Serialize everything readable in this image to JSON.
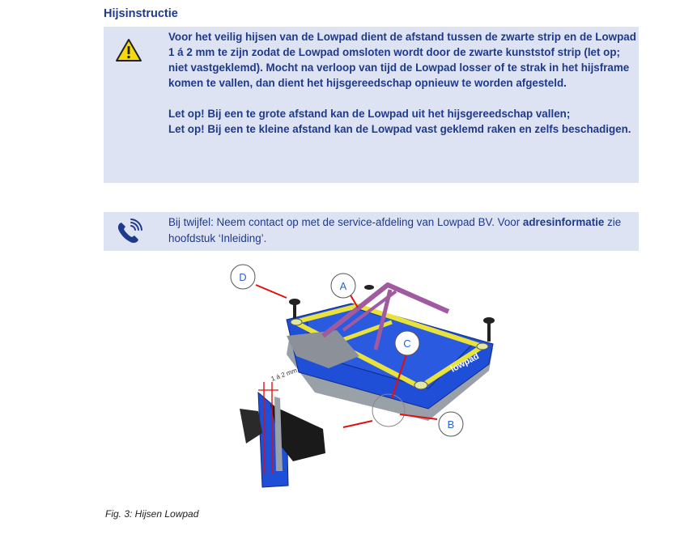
{
  "section": {
    "title": "Hijsinstructie"
  },
  "warning": {
    "icon": "warning-triangle-icon",
    "paragraph1": "Voor het veilig hijsen van de Lowpad dient de afstand tussen de zwarte strip en de Lowpad 1 á 2 mm te zijn zodat de Lowpad omsloten wordt door de zwarte kunststof strip (let op; niet vastgeklemd). Mocht na verloop van tijd de Lowpad losser of te strak in het hijsframe komen te vallen, dan dient het hijsgereedschap opnieuw te worden afgesteld.",
    "line2": "Let op! Bij een te grote afstand kan de Lowpad uit het hijsgereedschap vallen;",
    "line3": "Let op! Bij een te kleine afstand kan de Lowpad vast geklemd raken en zelfs beschadigen."
  },
  "info": {
    "icon": "phone-icon",
    "text_before": "Bij twijfel: Neem contact op met de service-afdeling van Lowpad BV. Voor ",
    "text_bold": "adresinformatie",
    "text_after": " zie hoofdstuk ‘Inleiding’."
  },
  "figure": {
    "labels": {
      "a": "A",
      "b": "B",
      "c": "C",
      "d": "D"
    },
    "dimension": "1 á 2 mm",
    "brand": "lowpad"
  },
  "caption": "Fig. 3: Hijsen Lowpad",
  "colors": {
    "text_blue": "#1f3a8a",
    "box_bg": "#dde3f2",
    "pad_blue": "#1f4fd6",
    "frame_yellow": "#e8e23a",
    "arm_purple": "#a05aa0",
    "marker_red": "#e01010"
  }
}
